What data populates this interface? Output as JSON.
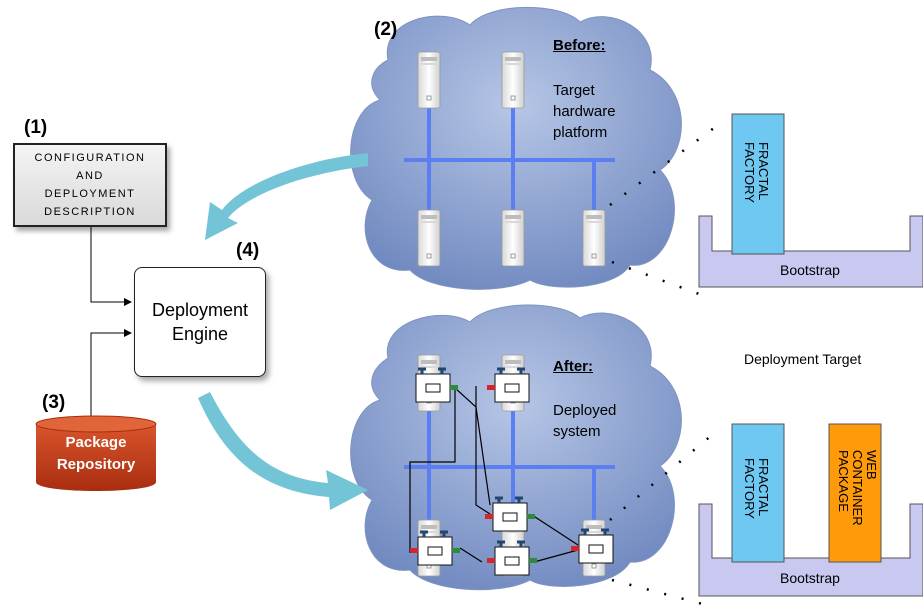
{
  "steps": {
    "one": "(1)",
    "two": "(2)",
    "three": "(3)",
    "four": "(4)"
  },
  "config_box": {
    "lines": [
      "Configuration",
      "and",
      "deployment",
      "description"
    ]
  },
  "engine": {
    "line1": "Deployment",
    "line2": "Engine"
  },
  "repository": {
    "line1": "Package",
    "line2": "Repository"
  },
  "before_cloud": {
    "heading": "Before:",
    "line1": "Target",
    "line2": "hardware",
    "line3": "platform"
  },
  "after_cloud": {
    "heading": "After:",
    "line1": "Deployed",
    "line2": "system"
  },
  "stack_top": {
    "factory_line1": "FRACTAL",
    "factory_line2": "FACTORY",
    "bootstrap": "Bootstrap"
  },
  "stack_bottom": {
    "factory_line1": "FRACTAL",
    "factory_line2": "FACTORY",
    "web_line1": "WEB",
    "web_line2": "CONTAINER",
    "web_line3": "PACKAGE",
    "bootstrap": "Bootstrap"
  },
  "deployment_target_label": "Deployment Target",
  "colors": {
    "cloud": "#7c95c8",
    "network": "#5b7ff0",
    "arrow": "#74c4d8",
    "repository": "#c23a17",
    "factory": "#6ec8f2",
    "web": "#ff9a0a",
    "bootstrap": "#c8c8f0",
    "port_blue": "#23466e",
    "port_red": "#d4252b",
    "port_green": "#2f8a3e"
  }
}
